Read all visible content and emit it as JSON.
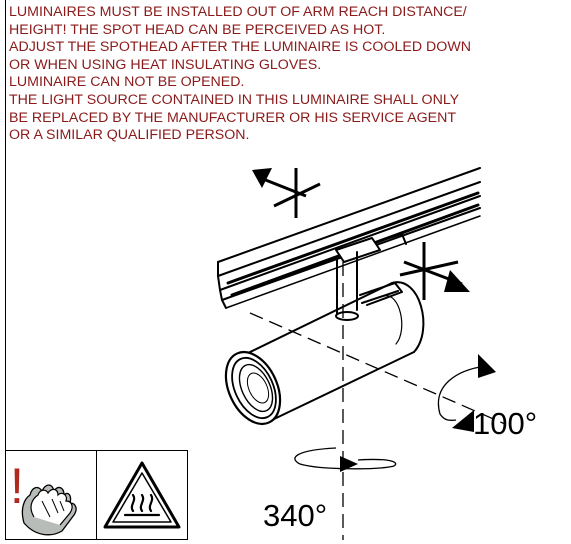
{
  "warning": {
    "lines": [
      "LUMINAIRES MUST BE INSTALLED OUT OF ARM REACH DISTANCE/",
      "HEIGHT! THE SPOT HEAD CAN BE PERCEIVED AS HOT.",
      "ADJUST THE SPOTHEAD AFTER THE LUMINAIRE IS COOLED DOWN",
      "OR WHEN USING HEAT INSULATING GLOVES.",
      "LUMINAIRE CAN NOT BE OPENED.",
      "THE LIGHT SOURCE CONTAINED IN THIS LUMINAIRE SHALL ONLY",
      "BE REPLACED BY THE MANUFACTURER OR HIS SERVICE AGENT",
      "OR A SIMILAR QUALIFIED PERSON."
    ],
    "color": "#8b1a1a"
  },
  "diagram": {
    "tilt_angle_label": "100°",
    "rotation_angle_label": "340°"
  },
  "icons": {
    "gloves": {
      "mark": "!",
      "mark_color": "#b0281e",
      "glove_color": "#b8bcb8"
    },
    "hot_surface": {
      "name": "hot-surface-warning-icon"
    }
  }
}
